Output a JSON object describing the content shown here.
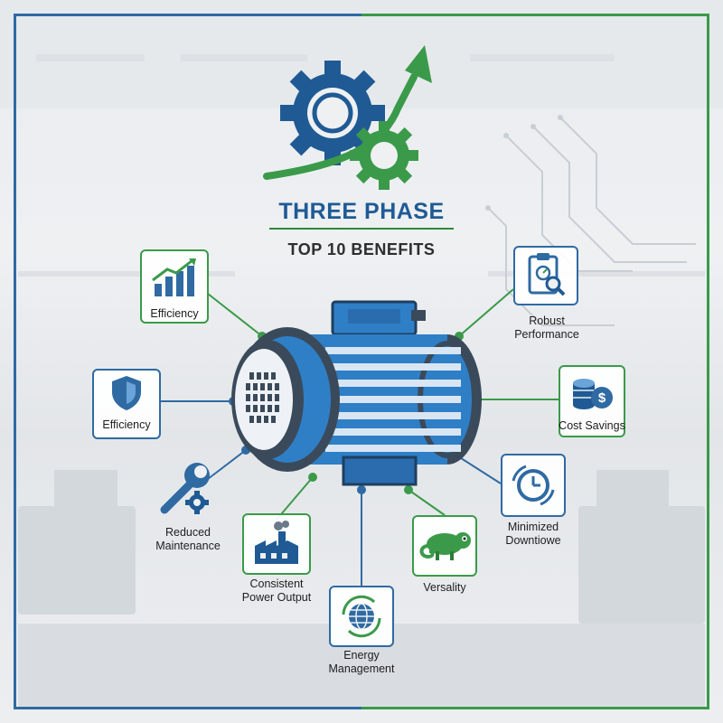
{
  "title": "THREE PHASE",
  "subtitle": "TOP 10 BENEFITS",
  "colors": {
    "blue": "#1f5a94",
    "green": "#3a9a4a",
    "motor_blue": "#2f7fc6",
    "motor_dark": "#3b4a5a"
  },
  "benefits": [
    {
      "label": "Efficiency",
      "icon": "bar-chart-arrow-icon"
    },
    {
      "label": "Efficiency",
      "icon": "shield-icon"
    },
    {
      "label": "Reduced\nMaintenance",
      "icon": "wrench-gear-icon"
    },
    {
      "label": "Consistent\nPower Output",
      "icon": "factory-icon"
    },
    {
      "label": "Energy\nManagement",
      "icon": "globe-arrows-icon"
    },
    {
      "label": "Versality",
      "icon": "chameleon-icon"
    },
    {
      "label": "Minimized\nDowntiowe",
      "icon": "clock-arrows-icon"
    },
    {
      "label": "Cost Savings",
      "icon": "coins-dollar-icon"
    },
    {
      "label": "Robust\nPerformance",
      "icon": "clipboard-gauge-icon"
    }
  ]
}
